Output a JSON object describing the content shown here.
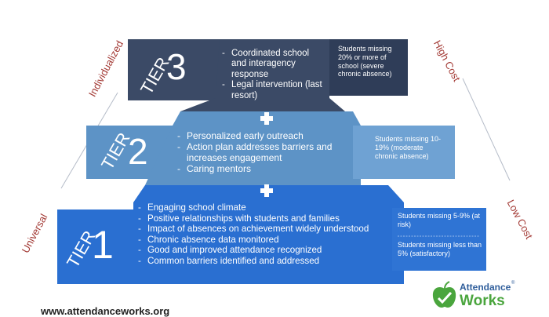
{
  "tiers": [
    {
      "tier_word": "TIER",
      "tier_number": "3",
      "items": [
        "Coordinated school and interagency response",
        "Legal intervention (last resort)"
      ],
      "note": "Students missing 20% or more of school (severe chronic absence)"
    },
    {
      "tier_word": "TIER",
      "tier_number": "2",
      "items": [
        "Personalized early outreach",
        "Action plan addresses barriers and increases engagement",
        "Caring mentors"
      ],
      "note": "Students missing 10-19% (moderate chronic absence)"
    },
    {
      "tier_word": "TIER",
      "tier_number": "1",
      "items": [
        "Engaging school climate",
        "Positive relationships with students and families",
        "Impact of absences on achievement widely understood",
        "Chronic absence data monitored",
        "Good and improved attendance recognized",
        "Common barriers identified and addressed"
      ],
      "note_top": "Students missing 5-9% (at risk)",
      "note_bottom": "Students missing less than 5% (satisfactory)"
    }
  ],
  "left_axis": {
    "top_label": "Individualized",
    "bottom_label": "Universal"
  },
  "right_axis": {
    "top_label": "High Cost",
    "bottom_label": "Low Cost"
  },
  "footer_url": "www.attendanceworks.org",
  "logo": {
    "line1": "Attendance",
    "line2": "Works",
    "reg_mark": "®"
  },
  "colors": {
    "tier3": "#3b4a66",
    "tier3_note": "#2f3d58",
    "tier2": "#5d93c6",
    "tier2_note": "#6fa2d3",
    "tier1": "#2a6fd1",
    "tier1_note": "#2f74d4",
    "shadow": "#8a96a8",
    "accent_red": "#a33a35"
  }
}
